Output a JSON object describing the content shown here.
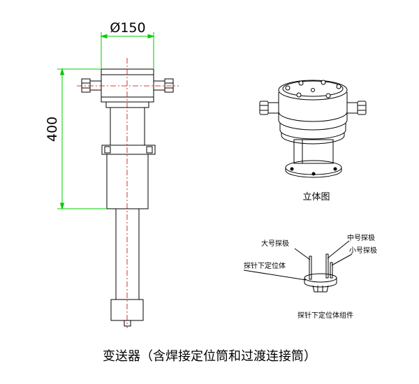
{
  "dimensions": {
    "diameter": "Ø150",
    "height": "400"
  },
  "views": {
    "iso_caption": "立体图",
    "assembly_caption": "探针下定位体组件"
  },
  "probe_labels": {
    "large": "大号探极",
    "middle": "中号探极",
    "small": "小号探极",
    "lower_locator": "探针下定位体"
  },
  "caption": "变送器（含焊接定位筒和过渡连接筒）",
  "colors": {
    "line": "#000000",
    "dimension": "#00cc00",
    "centerline": "#cc0000"
  }
}
